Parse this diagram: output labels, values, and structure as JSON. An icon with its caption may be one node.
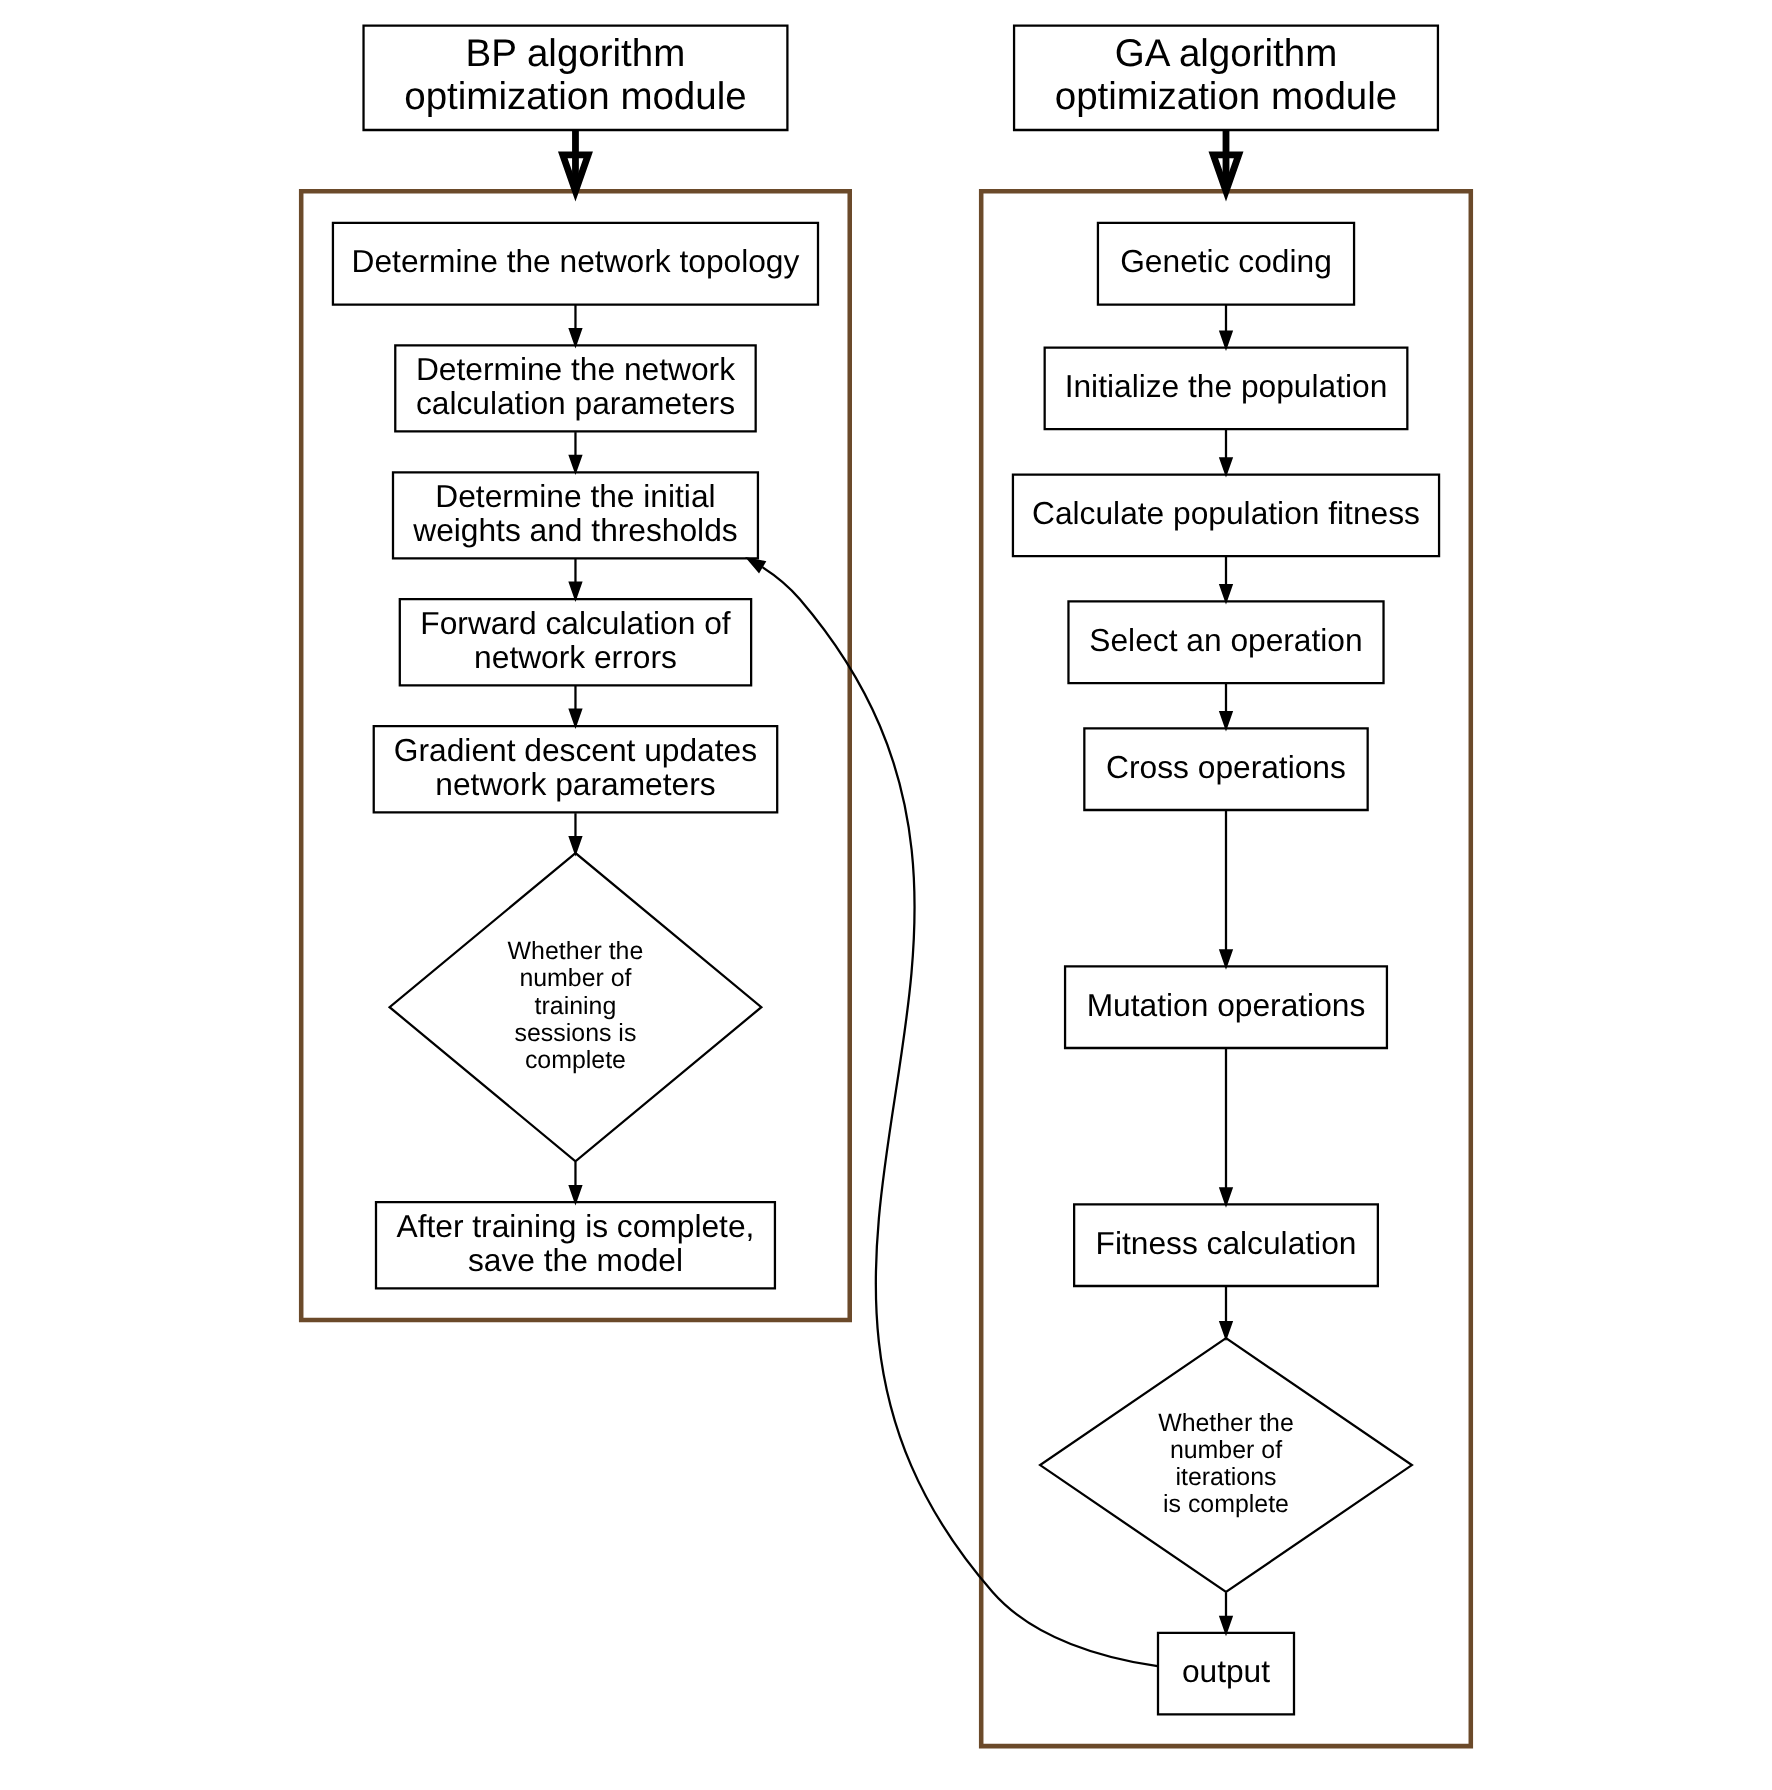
{
  "diagram": {
    "nodes": [
      {
        "text": [
          "BP algorithm optimization module"
        ]
      },
      {
        "text": [],
        "shape": "box"
      },
      {
        "text": [
          "Determine the network topology"
        ],
        "in": 1
      },
      {
        "text": [
          "Determine the network calculation parameters"
        ],
        "in": 1
      },
      {
        "text": [
          "Determine the initial weights and thresholds"
        ],
        "in": 1
      },
      {
        "text": [
          "Forward calculation of network errors"
        ],
        "in": 1
      },
      {
        "text": [
          "Gradient descent updates network parameters"
        ],
        "in": 1
      },
      {
        "text": [
          "Whether the number of training sessions is complete"
        ],
        "in": 1
      },
      {
        "text": [
          "After training is complete, save the model"
        ],
        "in": 1
      },
      {
        "text": [
          "GA algorithm optimization module"
        ]
      },
      {
        "text": [],
        "shape": "box"
      },
      {
        "text": [
          "Genetic coding"
        ],
        "in": 10
      },
      {
        "text": [
          "Initialize the population"
        ],
        "in": 10
      },
      {
        "text": [
          "Calculate population fitness"
        ],
        "in": 10
      },
      {
        "text": [
          "Select an operation"
        ],
        "in": 10
      },
      {
        "text": [
          "Cross operations"
        ],
        "in": 10
      },
      {
        "text": [
          "Mutation operations"
        ],
        "in": 10
      },
      {
        "text": [
          "Fitness calculation"
        ],
        "in": 10
      },
      {
        "text": [
          "Whether the number of iterations is complete"
        ],
        "in": 10
      },
      {
        "text": [
          "output"
        ],
        "in": 10
      }
    ],
    "edges": [
      {
        "from": 0,
        "to": 1,
        "arrow": "to",
        "style": "thick"
      },
      {
        "from": 2,
        "to": 3,
        "arrow": "to"
      },
      {
        "from": 3,
        "to": 4,
        "arrow": "to"
      },
      {
        "from": 4,
        "to": 5,
        "arrow": "to"
      },
      {
        "from": 5,
        "to": 6,
        "arrow": "to"
      },
      {
        "from": 6,
        "to": 7,
        "arrow": "to"
      },
      {
        "from": 7,
        "to": 8,
        "arrow": "to"
      },
      {
        "from": 9,
        "to": 10,
        "arrow": "to",
        "style": "thick"
      },
      {
        "from": 11,
        "to": 12,
        "arrow": "to"
      },
      {
        "from": 12,
        "to": 13,
        "arrow": "to"
      },
      {
        "from": 13,
        "to": 14,
        "arrow": "to"
      },
      {
        "from": 14,
        "to": 15,
        "arrow": "to"
      },
      {
        "from": 15,
        "to": 16,
        "arrow": "to"
      },
      {
        "from": 16,
        "to": 17,
        "arrow": "to"
      },
      {
        "from": 17,
        "to": 18,
        "arrow": "to"
      },
      {
        "from": 18,
        "to": 19,
        "arrow": "to"
      },
      {
        "from": 19,
        "to": 4,
        "arrow": "to"
      }
    ]
  }
}
